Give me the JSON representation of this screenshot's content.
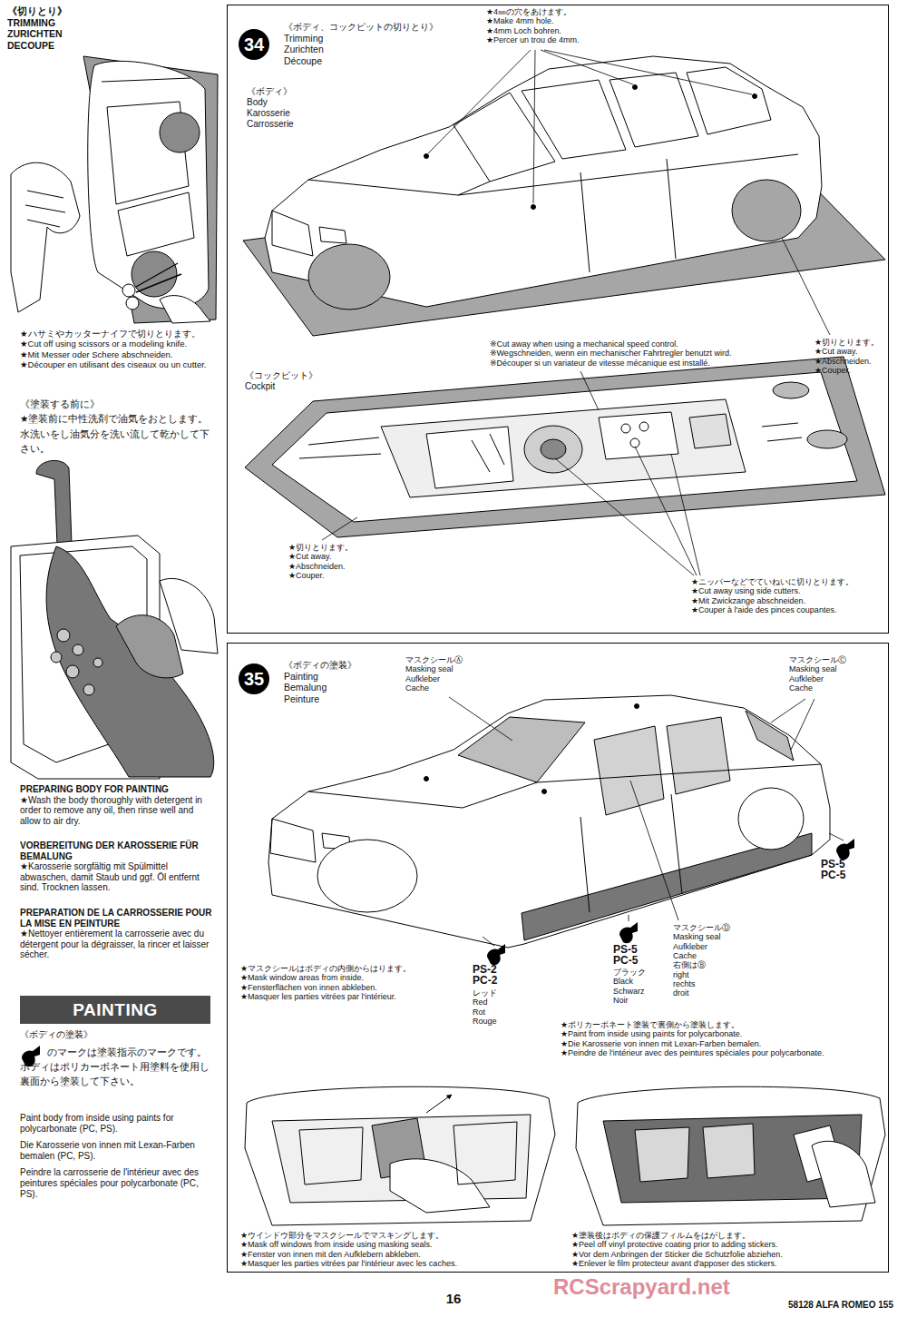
{
  "diagram": {
    "nodes": [
      {
        "text": [
          "《ボディ、コックピットの切りとり》",
          "Trimming",
          "Zurichten",
          "Découpe"
        ]
      },
      {
        "text": [
          "34"
        ],
        "in": 0
      },
      {
        "text": [
          "《ボディの塗装》",
          "Painting",
          "Bemalung",
          "Peinture"
        ]
      },
      {
        "text": [
          "35"
        ],
        "in": 2
      },
      {
        "text": [
          "PAINTING"
        ]
      }
    ],
    "labels": [
      "《切りとり》",
      "TRIMMING",
      "ZURICHTEN",
      "DECOUPE",
      "★ハサミやカッターナイフで切りとります。",
      "★Cut off using scissors or a modeling knife.",
      "★Mit Messer oder Schere abschneiden.",
      "★Découper en utilisant des ciseaux ou un cutter.",
      "《塗装する前に》",
      "★塗装前に中性洗剤で油気をおとします。水洗いをし油気分を洗い流して乾かして下さい。",
      "PREPARING BODY FOR PAINTING",
      "★Wash the body thoroughly with detergent in order to remove any oil, then rinse well and allow to air dry.",
      "VORBEREITUNG DER KAROSSERIE FÜR BEMALUNG",
      "★Karosserie sorgfältig mit Spülmittel abwaschen, damit Staub und ggf. Öl entfernt sind. Trocknen lassen.",
      "PREPARATION DE LA CARROSSERIE POUR LA MISE EN PEINTURE",
      "★Nettoyer entièrement la carrosserie avec du détergent pour la dégraisser, la rincer et laisser sécher.",
      "《ボディの塗装》",
      "のマークは塗装指示のマークです。ボディはポリカーボネート用塗料を使用し裏面から塗装して下さい。",
      "Paint body from inside using paints for polycarbonate (PC, PS).",
      "Die Karosserie von innen mit Lexan-Farben bemalen (PC, PS).",
      "Peindre la carrosserie de l'intérieur avec des peintures spéciales pour polycarbonate (PC, PS).",
      "《ボディ》",
      "Body",
      "Karosserie",
      "Carrosserie",
      "★4㎜の穴をあけます。",
      "★Make 4mm hole.",
      "★4mm Loch bohren.",
      "★Percer un trou de 4mm.",
      "※Cut away when using a mechanical speed control.",
      "※Wegschneiden, wenn ein mechanischer Fahrtregler benutzt wird.",
      "※Découper si un variateur de vitesse mécanique est installé.",
      "★切りとります。",
      "★Cut away.",
      "★Abschneiden.",
      "★Couper.",
      "《コックピット》",
      "Cockpit",
      "★切りとります。",
      "★Cut away.",
      "★Abschneiden.",
      "★Couper.",
      "★ニッパーなどでていねいに切りとります。",
      "★Cut away using side cutters.",
      "★Mit Zwickzange abschneiden.",
      "★Couper à l'aide des pinces coupantes.",
      "マスクシールⒶ",
      "Masking seal",
      "Aufkleber",
      "Cache",
      "マスクシールⒸ",
      "Masking seal",
      "Aufkleber",
      "Cache",
      "PS-5",
      "PC-5",
      "マスクシールⒹ",
      "Masking seal",
      "Aufkleber",
      "Cache",
      "右側はⒷ",
      "right",
      "rechts",
      "droit",
      "PS-2",
      "PC-2",
      "レッド",
      "Red",
      "Rot",
      "Rouge",
      "PS-5",
      "PC-5",
      "ブラック",
      "Black",
      "Schwarz",
      "Noir",
      "★マスクシールはボディの内側からはります。",
      "★Mask window areas from inside.",
      "★Fensterflächen von innen abkleben.",
      "★Masquer les parties vitrées par l'intérieur.",
      "★ポリカーボネート塗装で裏側から塗装します。",
      "★Paint from inside using paints for polycarbonate.",
      "★Die Karosserie von innen mit Lexan-Farben bemalen.",
      "★Peindre de l'intérieur avec des peintures spéciales pour polycarbonate.",
      "★ウインドウ部分をマスクシールでマスキングします。",
      "★Mask off windows from inside using masking seals.",
      "★Fenster von innen mit den Aufklebern abkleben.",
      "★Masquer les parties vitrées par l'intérieur avec les caches.",
      "★塗装後はボディの保護フィルムをはがします。",
      "★Peel off vinyl protective coating prior to adding stickers.",
      "★Vor dem Anbringen der Sticker die Schutzfolie abziehen.",
      "★Enlever le film protecteur avant d'apposer des stickers.",
      "16",
      "58128 ALFA ROMEO 155",
      "RCScrapyard.net"
    ]
  }
}
